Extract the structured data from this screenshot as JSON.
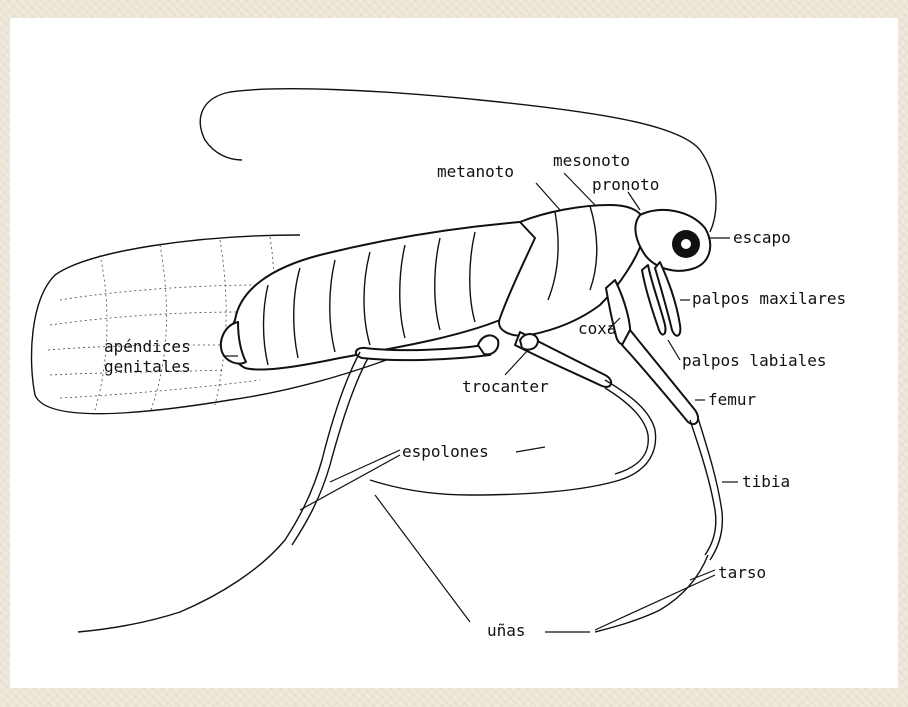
{
  "diagram": {
    "labels": {
      "metanoto": "metanoto",
      "mesonoto": "mesonoto",
      "pronoto": "pronoto",
      "escapo": "escapo",
      "palpos_maxilares": "palpos maxilares",
      "coxa": "coxa",
      "palpos_labiales": "palpos labiales",
      "apendices": "apéndices",
      "genitales": "genitales",
      "trocanter": "trocanter",
      "femur": "femur",
      "espolones": "espolones",
      "tibia": "tibia",
      "tarso": "tarso",
      "unas": "uñas"
    }
  }
}
